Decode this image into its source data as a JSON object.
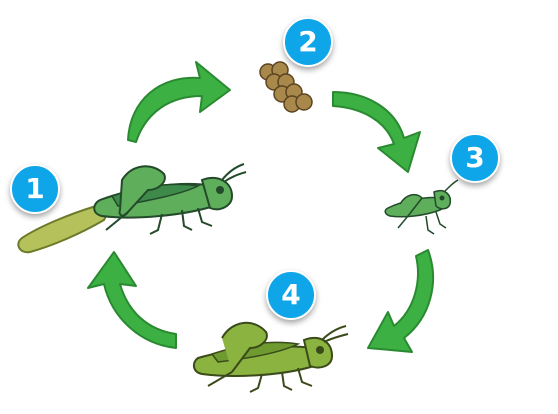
{
  "stages": [
    {
      "number": "1",
      "name": "adult-laying-eggs"
    },
    {
      "number": "2",
      "name": "egg-pod"
    },
    {
      "number": "3",
      "name": "nymph"
    },
    {
      "number": "4",
      "name": "adult"
    }
  ],
  "colors": {
    "badge": "#0ea5e9",
    "arrow": "#3cb043",
    "arrow_dark": "#2a8a31",
    "grasshopper_body": "#5fae5c",
    "grasshopper_dark": "#3d8a4a",
    "adult_body": "#8ab33f",
    "eggs": "#a8884b",
    "egg_pod": "#b5c25c"
  },
  "icons": [
    "curved-arrow-icon",
    "grasshopper-icon",
    "egg-cluster-icon"
  ]
}
